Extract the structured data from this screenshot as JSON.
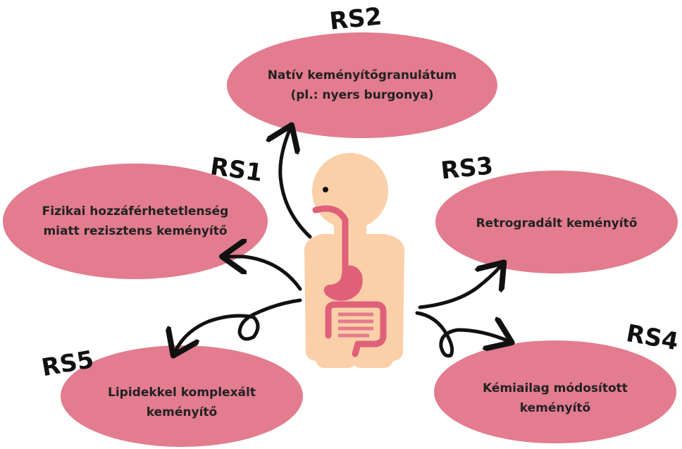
{
  "colors": {
    "ellipse_fill": "#e27c8e",
    "arrow": "#111111",
    "label_text": "#222222",
    "skin": "#fbd0a8",
    "organ": "#e0607a"
  },
  "nodes": {
    "rs1": {
      "tag": "RS1",
      "lines": [
        "Fizikai hozzáférhetetlenség",
        "miatt rezisztens keményítő"
      ]
    },
    "rs2": {
      "tag": "RS2",
      "lines": [
        "Natív keményítőgranulátum",
        "(pl.: nyers burgonya)"
      ]
    },
    "rs3": {
      "tag": "RS3",
      "lines": [
        "Retrogradált keményítő"
      ]
    },
    "rs4": {
      "tag": "RS4",
      "lines": [
        "Kémiailag módosított",
        "keményítő"
      ]
    },
    "rs5": {
      "tag": "RS5",
      "lines": [
        "Lipidekkel komplexált",
        "keményítő"
      ]
    }
  },
  "illustration": {
    "subject": "human-digestive-system"
  }
}
